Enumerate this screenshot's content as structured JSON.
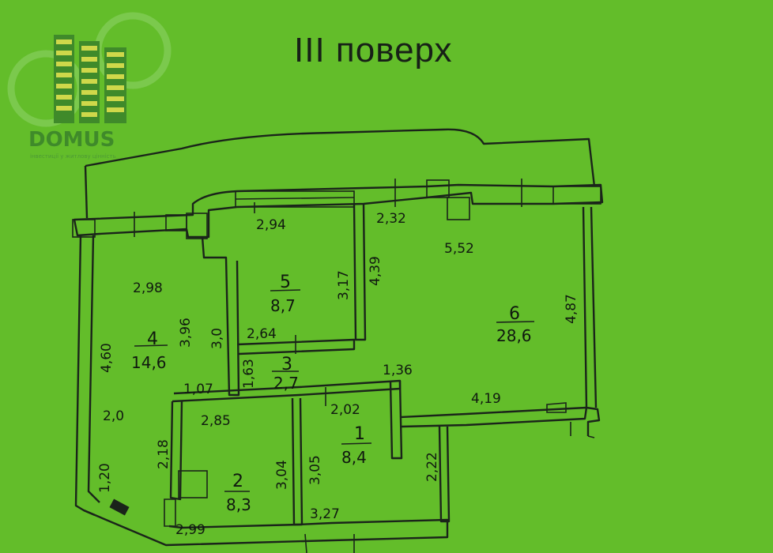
{
  "title": "III поверх",
  "logo": {
    "name": "DOMUS",
    "tagline": "інвестиції у житлову цінність"
  },
  "colors": {
    "background": "#63bd2a",
    "ink": "#1a241a",
    "logo_green": "#3f8a2a",
    "logo_yellow": "#cfd84a"
  },
  "rooms": [
    {
      "number": "1",
      "area": "8,4"
    },
    {
      "number": "2",
      "area": "8,3"
    },
    {
      "number": "3",
      "area": "2,7"
    },
    {
      "number": "4",
      "area": "14,6"
    },
    {
      "number": "5",
      "area": "8,7"
    },
    {
      "number": "6",
      "area": "28,6"
    }
  ],
  "dimensions": [
    "2,94",
    "2,32",
    "5,52",
    "3,17",
    "4,39",
    "2,98",
    "3,96",
    "3,0",
    "4,87",
    "2,64",
    "4,60",
    "1,36",
    "1,07",
    "1,63",
    "4,19",
    "2,0",
    "2,85",
    "2,02",
    "2,18",
    "3,04",
    "3,05",
    "2,22",
    "1,20",
    "2,99",
    "3,27"
  ]
}
